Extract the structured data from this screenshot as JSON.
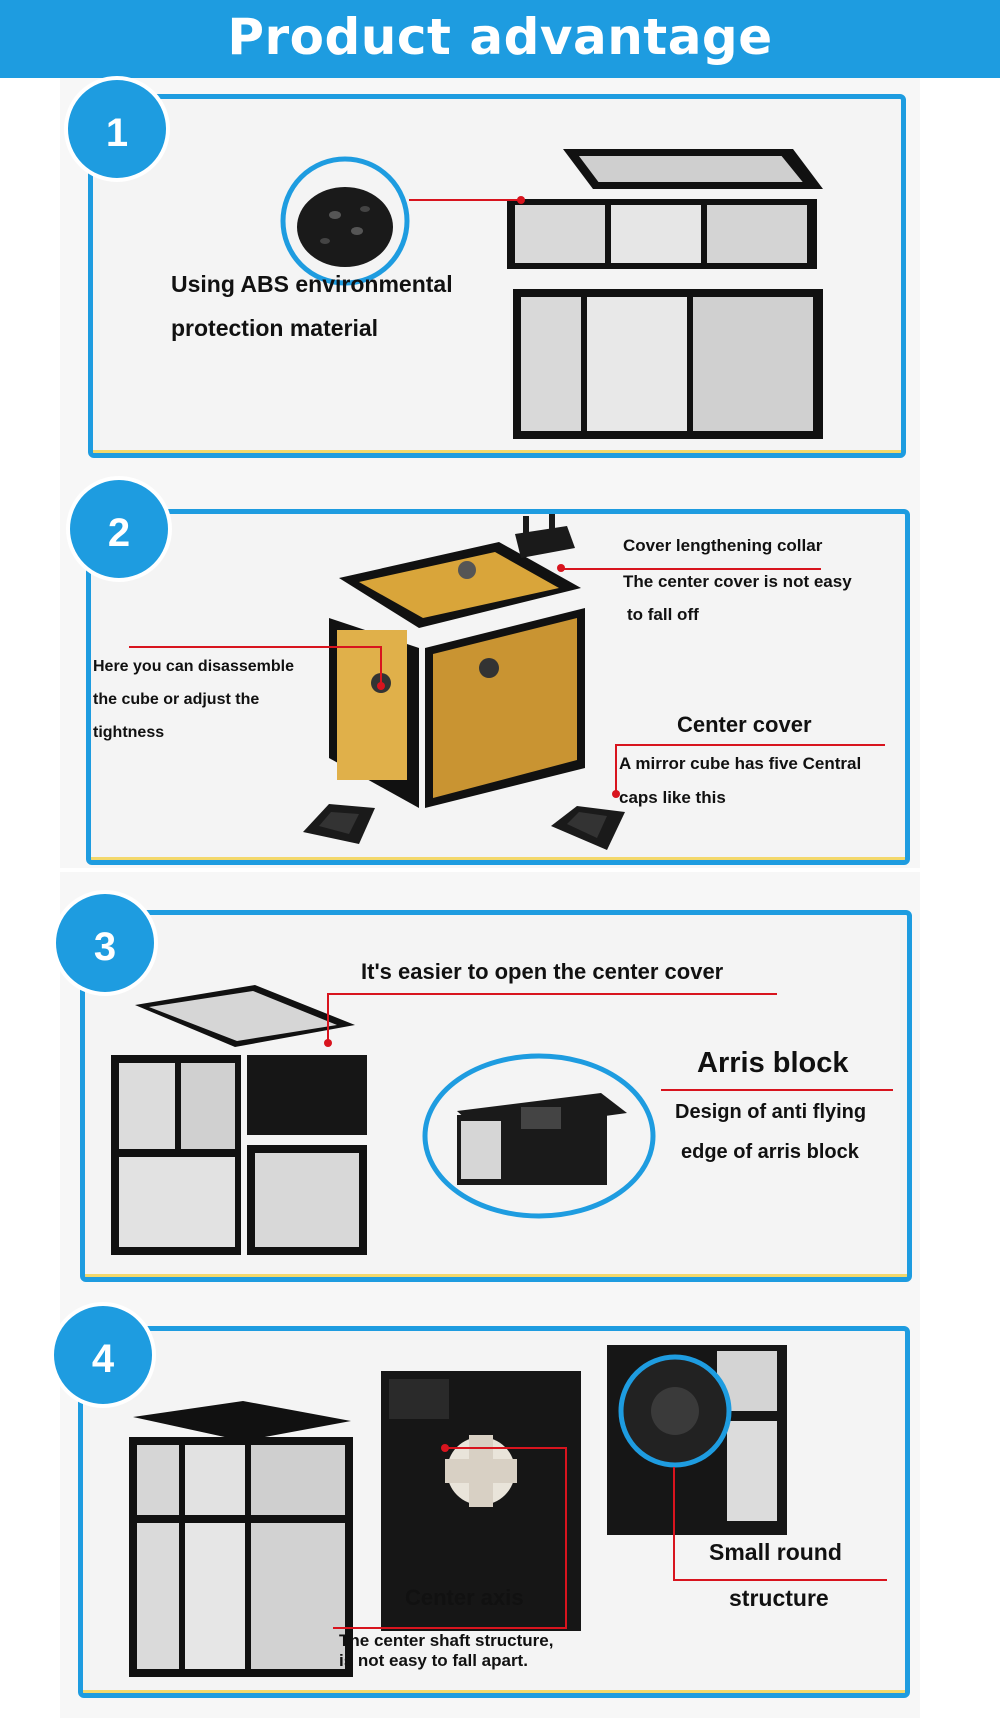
{
  "header": {
    "title": "Product advantage"
  },
  "section1": {
    "number": "1",
    "line1": "Using ABS environmental",
    "line2": "protection material"
  },
  "section2": {
    "number": "2",
    "collar_title": "Cover lengthening collar",
    "collar_line2": "The center cover is not easy",
    "collar_line3": "to fall off",
    "disassemble_line1": "Here you can disassemble",
    "disassemble_line2": "the cube or adjust the",
    "disassemble_line3": "tightness",
    "center_cover_title": "Center cover",
    "center_cover_line1": "A mirror cube has five Central",
    "center_cover_line2": "caps like this"
  },
  "section3": {
    "number": "3",
    "open_cover": "It's easier to open the center cover",
    "arris_title": "Arris block",
    "arris_line1": "Design of anti flying",
    "arris_line2": "edge of arris block"
  },
  "section4": {
    "number": "4",
    "center_axis": "Center axis",
    "shaft_line1": "The center shaft structure,",
    "shaft_line2": "is not easy to fall apart.",
    "small_round": "Small round",
    "structure": "structure"
  },
  "colors": {
    "accent": "#1e9ce0",
    "leader": "#d8141e",
    "silver": "#d9d9d9",
    "gold": "#d9a53a"
  }
}
